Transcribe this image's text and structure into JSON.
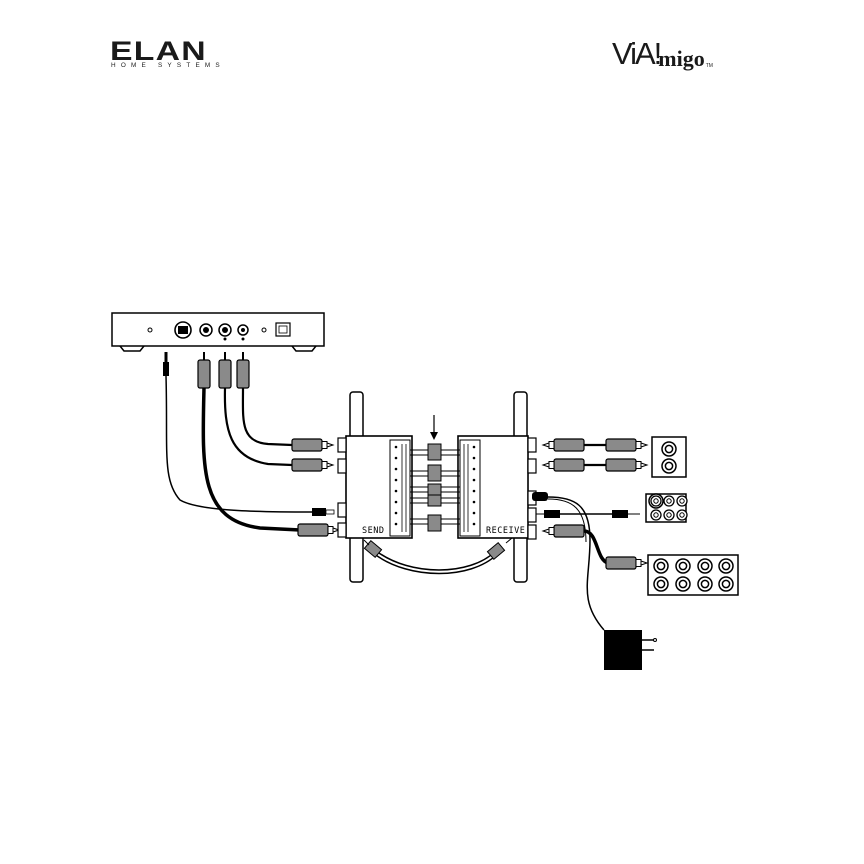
{
  "brand_left": {
    "name": "ELAN",
    "tagline": "HOME SYSTEMS"
  },
  "brand_right": {
    "part1": "ViA!",
    "part2": "migo",
    "trademark": "TM"
  },
  "diagram": {
    "send_label": "SEND",
    "receive_label": "RECEIVE"
  },
  "colors": {
    "line": "#000000",
    "plug_gray": "#8a8a8a",
    "background": "#ffffff"
  }
}
